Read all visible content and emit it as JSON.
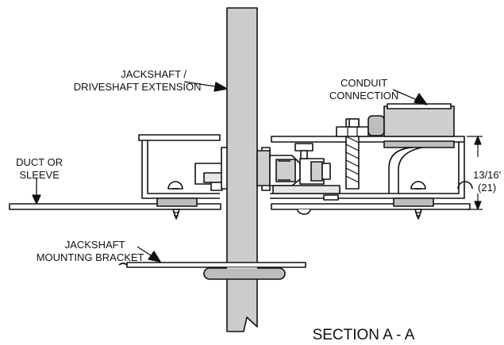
{
  "labels": {
    "jackshaft_l1": "JACKSHAFT /",
    "jackshaft_l2": "DRIVESHAFT EXTENSION",
    "conduit_l1": "CONDUIT",
    "conduit_l2": "CONNECTION",
    "duct_l1": "DUCT OR",
    "duct_l2": "SLEEVE",
    "bracket_l1": "JACKSHAFT",
    "bracket_l2": "MOUNTING BRACKET",
    "dim_l1": "13/16'",
    "dim_l2": "(21)",
    "section": "SECTION A - A"
  }
}
